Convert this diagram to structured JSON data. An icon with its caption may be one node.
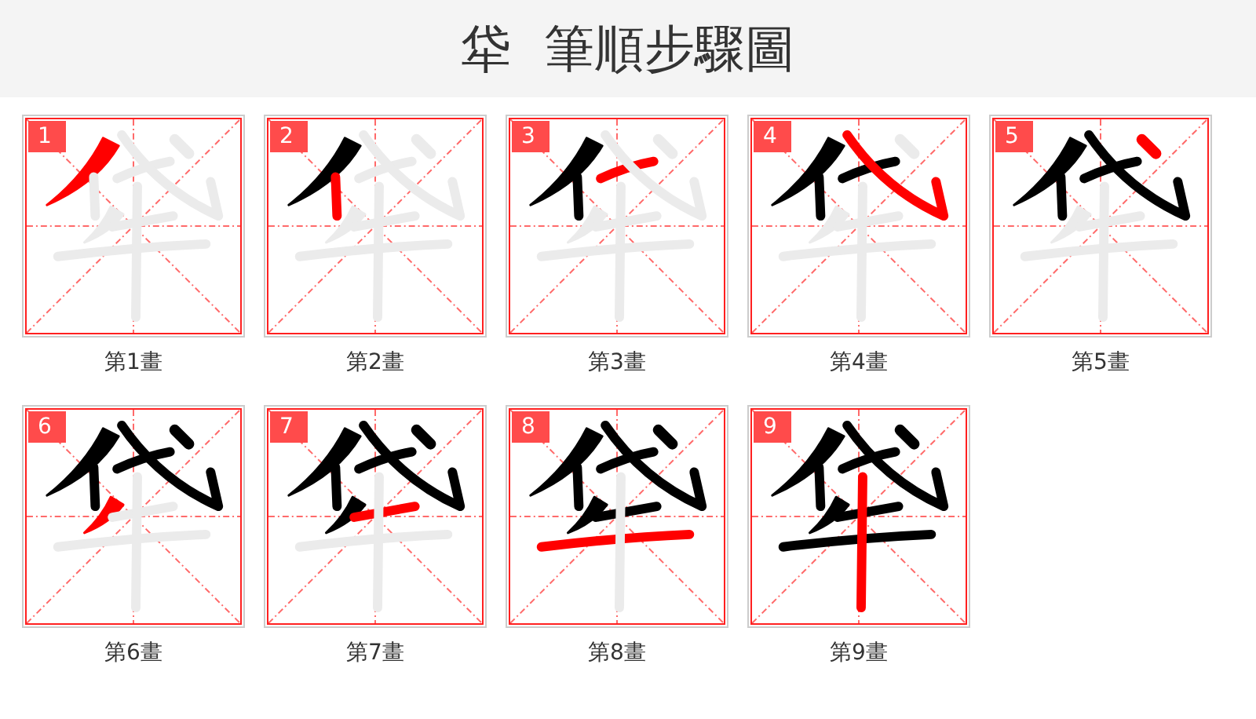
{
  "diagram": {
    "title": "牮 筆順步驟圖",
    "nodes": [
      {
        "text": [
          "1"
        ],
        "beside": [
          "第1畫"
        ]
      },
      {
        "text": [
          "2"
        ],
        "beside": [
          "第2畫"
        ]
      },
      {
        "text": [
          "3"
        ],
        "beside": [
          "第3畫"
        ]
      },
      {
        "text": [
          "4"
        ],
        "beside": [
          "第4畫"
        ]
      },
      {
        "text": [
          "5"
        ],
        "beside": [
          "第5畫"
        ]
      },
      {
        "text": [
          "6"
        ],
        "beside": [
          "第6畫"
        ]
      },
      {
        "text": [
          "7"
        ],
        "beside": [
          "第7畫"
        ]
      },
      {
        "text": [
          "8"
        ],
        "beside": [
          "第8畫"
        ]
      },
      {
        "text": [
          "9"
        ],
        "beside": [
          "第9畫"
        ]
      }
    ]
  }
}
